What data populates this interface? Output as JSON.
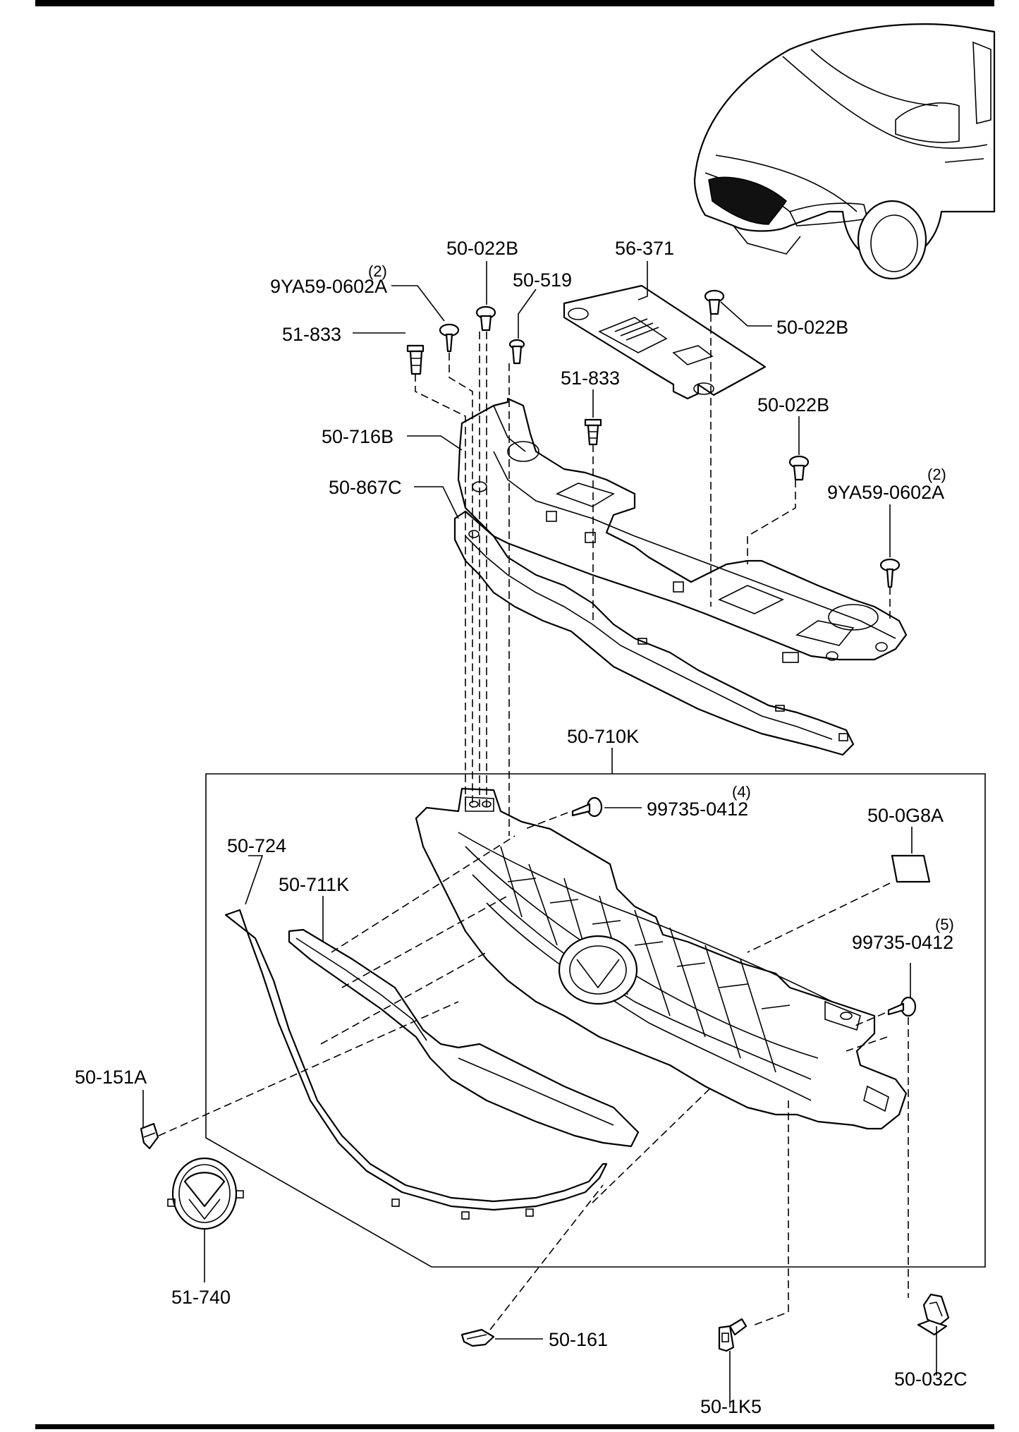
{
  "labels": {
    "l_9ya_top_qty": "(2)",
    "l_9ya_top": "9YA59-0602A",
    "l_50022b_top": "50-022B",
    "l_50519": "50-519",
    "l_56371": "56-371",
    "l_51833_left": "51-833",
    "l_50022b_mid": "50-022B",
    "l_51833_mid": "51-833",
    "l_50022b_right": "50-022B",
    "l_9ya_right_qty": "(2)",
    "l_9ya_right": "9YA59-0602A",
    "l_50716b": "50-716B",
    "l_50867c": "50-867C",
    "l_50710k": "50-710K",
    "l_99735_a_qty": "(4)",
    "l_99735_a": "99735-0412",
    "l_500g8a": "50-0G8A",
    "l_50724": "50-724",
    "l_50711k": "50-711K",
    "l_99735_b_qty": "(5)",
    "l_99735_b": "99735-0412",
    "l_50151a": "50-151A",
    "l_51740": "51-740",
    "l_50161": "50-161",
    "l_501k5": "50-1K5",
    "l_50032c": "50-032C"
  }
}
